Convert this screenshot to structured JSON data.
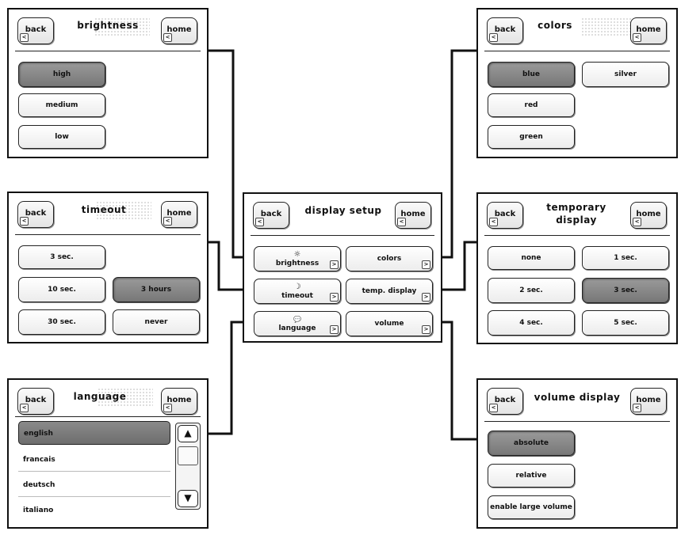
{
  "common": {
    "back_label": "back",
    "home_label": "home",
    "corner_left": "<",
    "corner_right": ">"
  },
  "brightness": {
    "title": "brightness",
    "options": [
      "high",
      "medium",
      "low"
    ],
    "selected": "high"
  },
  "colors": {
    "title": "colors",
    "options": [
      "blue",
      "silver",
      "red",
      "green"
    ],
    "selected": "blue"
  },
  "timeout": {
    "title": "timeout",
    "options": [
      "3 sec.",
      "10 sec.",
      "3 hours",
      "30 sec.",
      "never"
    ],
    "selected": "3 hours"
  },
  "display_setup": {
    "title": "display setup",
    "items": [
      {
        "label": "brightness",
        "icon": "sun-icon",
        "glyph": "☼"
      },
      {
        "label": "colors"
      },
      {
        "label": "timeout",
        "icon": "moon-icon",
        "glyph": "☽"
      },
      {
        "label": "temp. display"
      },
      {
        "label": "language",
        "icon": "speech-bubble-icon",
        "glyph": "💬"
      },
      {
        "label": "volume"
      }
    ]
  },
  "temporary_display": {
    "title_line1": "temporary",
    "title_line2": "display",
    "options": [
      "none",
      "1 sec.",
      "2 sec.",
      "3 sec.",
      "4 sec.",
      "5 sec."
    ],
    "selected": "3 sec."
  },
  "language": {
    "title": "language",
    "items": [
      "english",
      "francais",
      "deutsch",
      "italiano"
    ],
    "selected": "english",
    "scroll_up": "▲",
    "scroll_down": "▼"
  },
  "volume_display": {
    "title": "volume display",
    "options": [
      "absolute",
      "relative",
      "enable large volume"
    ],
    "selected": "absolute"
  }
}
